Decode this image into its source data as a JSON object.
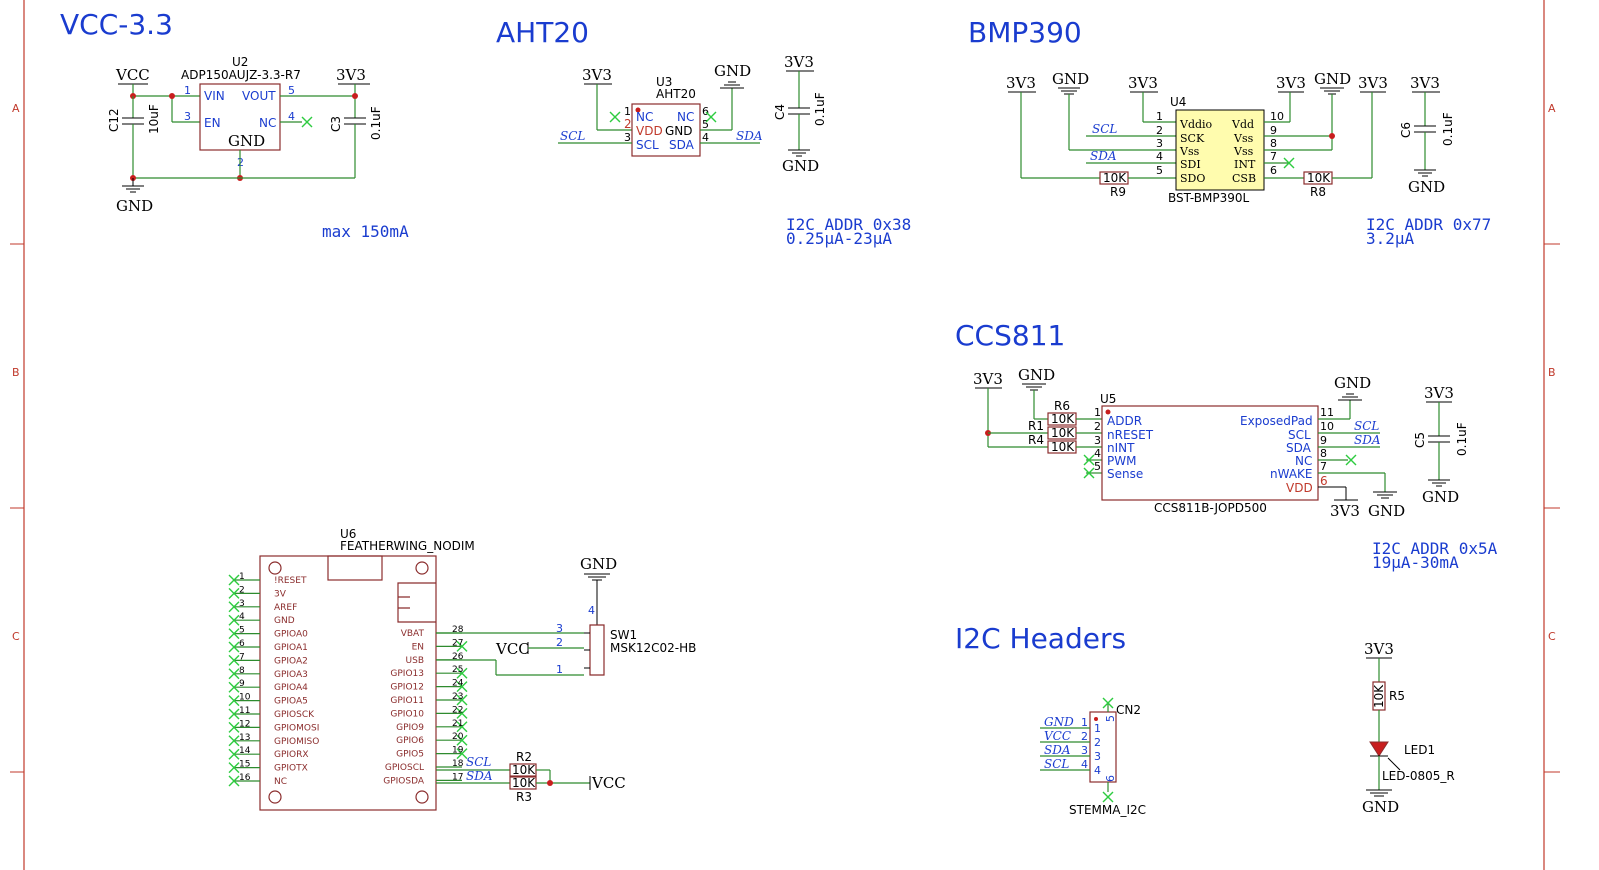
{
  "border": {
    "zones": [
      "A",
      "B",
      "C"
    ]
  },
  "sections": {
    "vcc": {
      "title": "VCC-3.3",
      "note": "max 150mA"
    },
    "aht20": {
      "title": "AHT20",
      "note1": "I2C ADDR 0x38",
      "note2": "0.25µA-23µA"
    },
    "bmp390": {
      "title": "BMP390",
      "note1": "I2C ADDR 0x77",
      "note2": "3.2µA"
    },
    "ccs811": {
      "title": "CCS811",
      "note1": "I2C ADDR 0x5A",
      "note2": "19µA-30mA"
    },
    "headers": {
      "title": "I2C Headers"
    }
  },
  "power": {
    "vcc": "VCC",
    "v33": "3V3",
    "gnd": "GND"
  },
  "nets": {
    "scl": "SCL",
    "sda": "SDA"
  },
  "u2": {
    "ref": "U2",
    "part": "ADP150AUJZ-3.3-R7",
    "pins": {
      "vin": "VIN",
      "en": "EN",
      "vout": "VOUT",
      "nc": "NC",
      "gnd": "GND"
    },
    "nums": [
      "1",
      "3",
      "5",
      "4",
      "2"
    ]
  },
  "c12": {
    "ref": "C12",
    "value": "10uF"
  },
  "c3": {
    "ref": "C3",
    "value": "0.1uF"
  },
  "c4": {
    "ref": "C4",
    "value": "0.1uF"
  },
  "c5": {
    "ref": "C5",
    "value": "0.1uF"
  },
  "c6": {
    "ref": "C6",
    "value": "0.1uF"
  },
  "u3": {
    "ref": "U3",
    "part": "AHT20",
    "left": [
      "NC",
      "VDD",
      "SCL"
    ],
    "right": [
      "NC",
      "GND",
      "SDA"
    ],
    "lnums": [
      "1",
      "2",
      "3"
    ],
    "rnums": [
      "6",
      "5",
      "4"
    ]
  },
  "u4": {
    "ref": "U4",
    "part": "BST-BMP390L",
    "left": [
      "Vddio",
      "SCK",
      "Vss",
      "SDI",
      "SDO"
    ],
    "right": [
      "Vdd",
      "Vss",
      "Vss",
      "INT",
      "CSB"
    ],
    "lnums": [
      "1",
      "2",
      "3",
      "4",
      "5"
    ],
    "rnums": [
      "10",
      "9",
      "8",
      "7",
      "6"
    ]
  },
  "r9": {
    "ref": "R9",
    "value": "10K"
  },
  "r8": {
    "ref": "R8",
    "value": "10K"
  },
  "u5": {
    "ref": "U5",
    "part": "CCS811B-JOPD500",
    "left": [
      "ADDR",
      "nRESET",
      "nINT",
      "PWM",
      "Sense"
    ],
    "right": [
      "ExposedPad",
      "SCL",
      "SDA",
      "NC",
      "nWAKE",
      "VDD"
    ],
    "lnums": [
      "1",
      "2",
      "3",
      "4",
      "5"
    ],
    "rnums": [
      "11",
      "10",
      "9",
      "8",
      "7",
      "6"
    ]
  },
  "r6": {
    "ref": "R6",
    "value": "10K"
  },
  "r1": {
    "ref": "R1",
    "value": "10K"
  },
  "r4": {
    "ref": "R4",
    "value": "10K"
  },
  "u6": {
    "ref": "U6",
    "part": "FEATHERWING_NODIM",
    "left": [
      "!RESET",
      "3V",
      "AREF",
      "GND",
      "GPIOA0",
      "GPIOA1",
      "GPIOA2",
      "GPIOA3",
      "GPIOA4",
      "GPIOA5",
      "GPIOSCK",
      "GPIOMOSI",
      "GPIOMISO",
      "GPIORX",
      "GPIOTX",
      "NC"
    ],
    "lnums": [
      "1",
      "2",
      "3",
      "4",
      "5",
      "6",
      "7",
      "8",
      "9",
      "10",
      "11",
      "12",
      "13",
      "14",
      "15",
      "16"
    ],
    "right": [
      "VBAT",
      "EN",
      "USB",
      "GPIO13",
      "GPIO12",
      "GPIO11",
      "GPIO10",
      "GPIO9",
      "GPIO6",
      "GPIO5",
      "GPIOSCL",
      "GPIOSDA"
    ],
    "rnums": [
      "28",
      "27",
      "26",
      "25",
      "24",
      "23",
      "22",
      "21",
      "20",
      "19",
      "18",
      "17"
    ]
  },
  "sw1": {
    "ref": "SW1",
    "part": "MSK12C02-HB",
    "nums": [
      "3",
      "2",
      "1",
      "4"
    ]
  },
  "r2": {
    "ref": "R2",
    "value": "10K"
  },
  "r3": {
    "ref": "R3",
    "value": "10K"
  },
  "cn2": {
    "ref": "CN2",
    "part": "STEMMA_I2C",
    "nets": [
      "GND",
      "VCC",
      "SDA",
      "SCL"
    ],
    "lnums": [
      "1",
      "2",
      "3",
      "4"
    ],
    "inner": [
      "1",
      "2",
      "3",
      "4"
    ],
    "mech": [
      "5",
      "6"
    ]
  },
  "r5": {
    "ref": "R5",
    "value": "10K"
  },
  "led1": {
    "ref": "LED1",
    "part": "LED-0805_R"
  }
}
